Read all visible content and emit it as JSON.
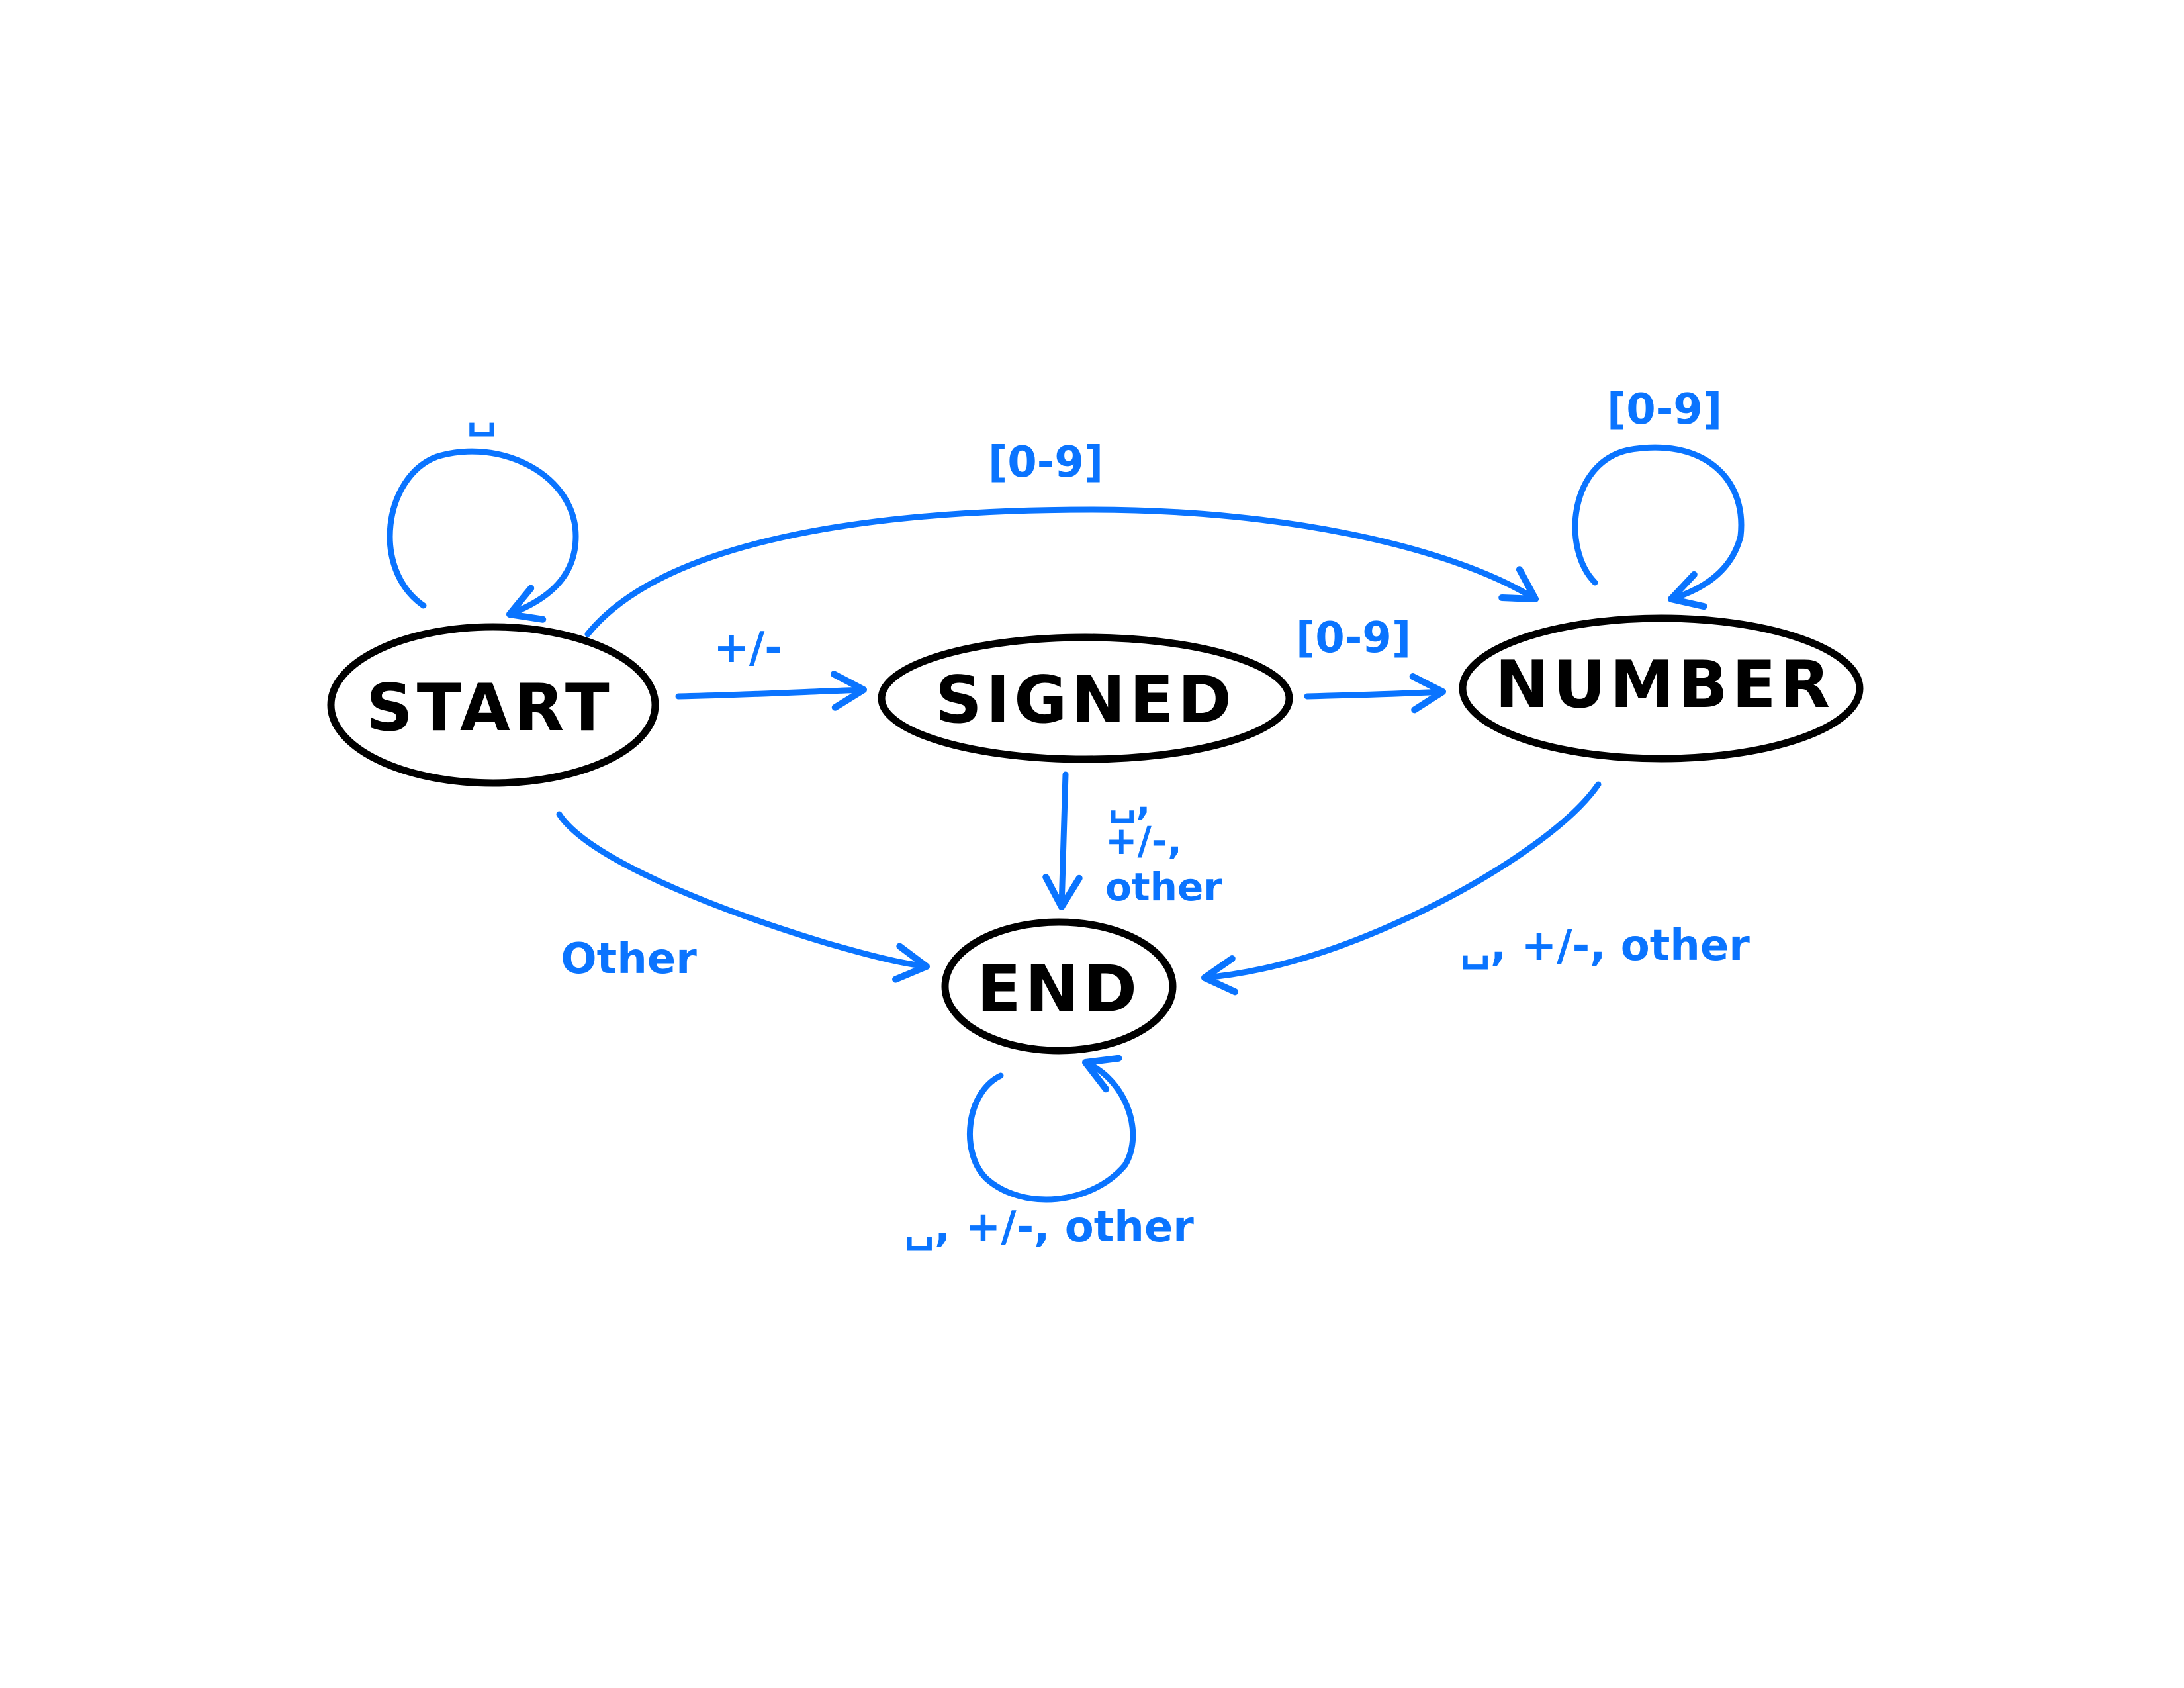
{
  "colors": {
    "edge": "#0a74ff",
    "node_stroke": "#000000",
    "background": "#ffffff"
  },
  "nodes": {
    "start": {
      "label": "START"
    },
    "signed": {
      "label": "SIGNED"
    },
    "number": {
      "label": "NUMBER"
    },
    "end": {
      "label": "END"
    }
  },
  "edges": {
    "start_self": {
      "label": "␣"
    },
    "start_to_signed": {
      "label": "+/-"
    },
    "start_to_number": {
      "label": "[0-9]"
    },
    "start_to_end": {
      "label": "Other"
    },
    "signed_to_number": {
      "label": "[0-9]"
    },
    "signed_to_end": {
      "label_lines": [
        "␣,",
        "+/-,",
        "other"
      ]
    },
    "number_self": {
      "label": "[0-9]"
    },
    "number_to_end": {
      "label": "␣, +/-, other"
    },
    "end_self": {
      "label": "␣, +/-, other"
    }
  }
}
